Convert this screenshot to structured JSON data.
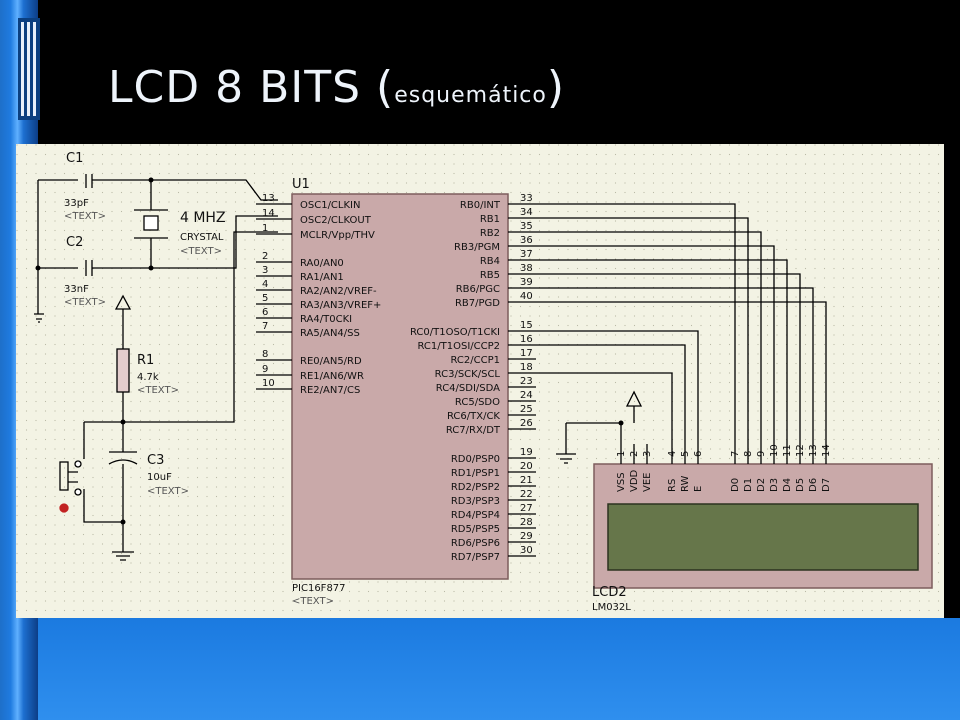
{
  "slide": {
    "title_main": "LCD 8 BITS (",
    "title_sub": "esquemático",
    "title_close": ")"
  },
  "colors": {
    "background": "#000000",
    "accent_blue": "#1f7be0",
    "schematic_bg": "#f3f3e4",
    "wire": "#000000",
    "chip_fill": "#c9a9a9",
    "lcd_screen": "#66764a"
  },
  "schematic": {
    "c1": {
      "ref": "C1",
      "value": "33pF",
      "text": "<TEXT>"
    },
    "c2": {
      "ref": "C2",
      "value": "33nF",
      "text": "<TEXT>"
    },
    "crystal": {
      "freq": "4 MHZ",
      "name": "CRYSTAL",
      "text": "<TEXT>"
    },
    "r1": {
      "ref": "R1",
      "value": "4.7k",
      "text": "<TEXT>"
    },
    "c3": {
      "ref": "C3",
      "value": "10uF",
      "text": "<TEXT>"
    },
    "u1": {
      "ref": "U1",
      "part": "PIC16F877",
      "text": "<TEXT>",
      "left_pins": [
        {
          "num": "13",
          "name": "OSC1/CLKIN"
        },
        {
          "num": "14",
          "name": "OSC2/CLKOUT"
        },
        {
          "num": "1",
          "name": "MCLR/Vpp/THV"
        },
        {
          "num": "2",
          "name": "RA0/AN0"
        },
        {
          "num": "3",
          "name": "RA1/AN1"
        },
        {
          "num": "4",
          "name": "RA2/AN2/VREF-"
        },
        {
          "num": "5",
          "name": "RA3/AN3/VREF+"
        },
        {
          "num": "6",
          "name": "RA4/T0CKI"
        },
        {
          "num": "7",
          "name": "RA5/AN4/SS"
        },
        {
          "num": "8",
          "name": "RE0/AN5/RD"
        },
        {
          "num": "9",
          "name": "RE1/AN6/WR"
        },
        {
          "num": "10",
          "name": "RE2/AN7/CS"
        }
      ],
      "right_pins": [
        {
          "num": "33",
          "name": "RB0/INT"
        },
        {
          "num": "34",
          "name": "RB1"
        },
        {
          "num": "35",
          "name": "RB2"
        },
        {
          "num": "36",
          "name": "RB3/PGM"
        },
        {
          "num": "37",
          "name": "RB4"
        },
        {
          "num": "38",
          "name": "RB5"
        },
        {
          "num": "39",
          "name": "RB6/PGC"
        },
        {
          "num": "40",
          "name": "RB7/PGD"
        },
        {
          "num": "15",
          "name": "RC0/T1OSO/T1CKI"
        },
        {
          "num": "16",
          "name": "RC1/T1OSI/CCP2"
        },
        {
          "num": "17",
          "name": "RC2/CCP1"
        },
        {
          "num": "18",
          "name": "RC3/SCK/SCL"
        },
        {
          "num": "23",
          "name": "RC4/SDI/SDA"
        },
        {
          "num": "24",
          "name": "RC5/SDO"
        },
        {
          "num": "25",
          "name": "RC6/TX/CK"
        },
        {
          "num": "26",
          "name": "RC7/RX/DT"
        },
        {
          "num": "19",
          "name": "RD0/PSP0"
        },
        {
          "num": "20",
          "name": "RD1/PSP1"
        },
        {
          "num": "21",
          "name": "RD2/PSP2"
        },
        {
          "num": "22",
          "name": "RD3/PSP3"
        },
        {
          "num": "27",
          "name": "RD4/PSP4"
        },
        {
          "num": "28",
          "name": "RD5/PSP5"
        },
        {
          "num": "29",
          "name": "RD6/PSP6"
        },
        {
          "num": "30",
          "name": "RD7/PSP7"
        }
      ]
    },
    "lcd": {
      "ref": "LCD2",
      "part": "LM032L",
      "pins": [
        {
          "num": "1",
          "name": "VSS"
        },
        {
          "num": "2",
          "name": "VDD"
        },
        {
          "num": "3",
          "name": "VEE"
        },
        {
          "num": "4",
          "name": "RS"
        },
        {
          "num": "5",
          "name": "RW"
        },
        {
          "num": "6",
          "name": "E"
        },
        {
          "num": "7",
          "name": "D0"
        },
        {
          "num": "8",
          "name": "D1"
        },
        {
          "num": "9",
          "name": "D2"
        },
        {
          "num": "10",
          "name": "D3"
        },
        {
          "num": "11",
          "name": "D4"
        },
        {
          "num": "12",
          "name": "D5"
        },
        {
          "num": "13",
          "name": "D6"
        },
        {
          "num": "14",
          "name": "D7"
        }
      ]
    }
  }
}
